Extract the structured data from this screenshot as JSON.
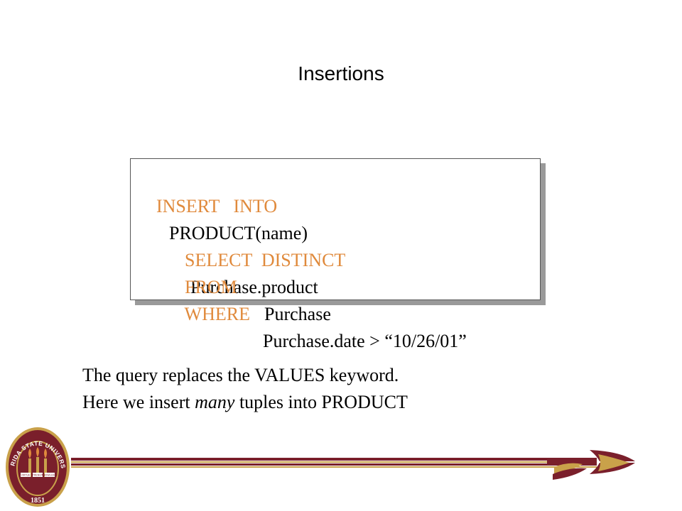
{
  "slide": {
    "title": "Insertions"
  },
  "query": {
    "line1": {
      "kw": "INSERT   INTO",
      "text": "PRODUCT(name)"
    },
    "line2": {
      "kw": "SELECT  DISTINCT",
      "text": "Purchase.product"
    },
    "line3": {
      "kw": "FROM",
      "text": "Purchase"
    },
    "line4": {
      "kw": "WHERE",
      "text": "Purchase.date > “10/26/01”"
    }
  },
  "note": {
    "line1": "The query replaces the VALUES keyword.",
    "line2_pre": "Here we insert ",
    "line2_em": "many",
    "line2_post": " tuples into PRODUCT"
  },
  "seal": {
    "arc_text": "FLORIDA STATE UNIVERSITY",
    "year": "1851",
    "banner1": "VIRTUE",
    "banner2": "STRENGTH",
    "banner3": "KNOWLEDGE"
  },
  "colors": {
    "keyword": "#e08a3c",
    "garnet": "#7a1f2b",
    "gold": "#c9a14a"
  }
}
